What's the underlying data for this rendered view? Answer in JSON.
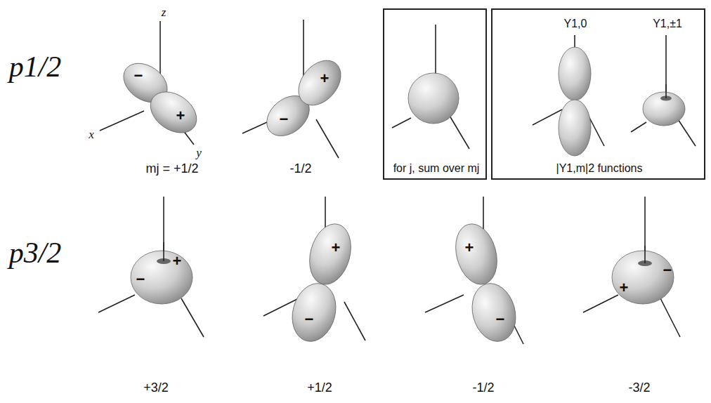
{
  "diagram": {
    "nodes": [
      {
        "text": [
          "for j, sum over mj"
        ]
      },
      {
        "text": [
          "Y1,0",
          "Y1,±1",
          "|Y1,m|2 functions"
        ]
      }
    ],
    "labels": [
      "p1/2",
      "z",
      "x",
      "y",
      "−",
      "+",
      "mj = +1/2",
      "+",
      "−",
      "-1/2",
      "p3/2",
      "−",
      "+",
      "+3/2",
      "+",
      "−",
      "+1/2",
      "+",
      "−",
      "-1/2",
      "+",
      "−",
      "-3/2"
    ]
  }
}
